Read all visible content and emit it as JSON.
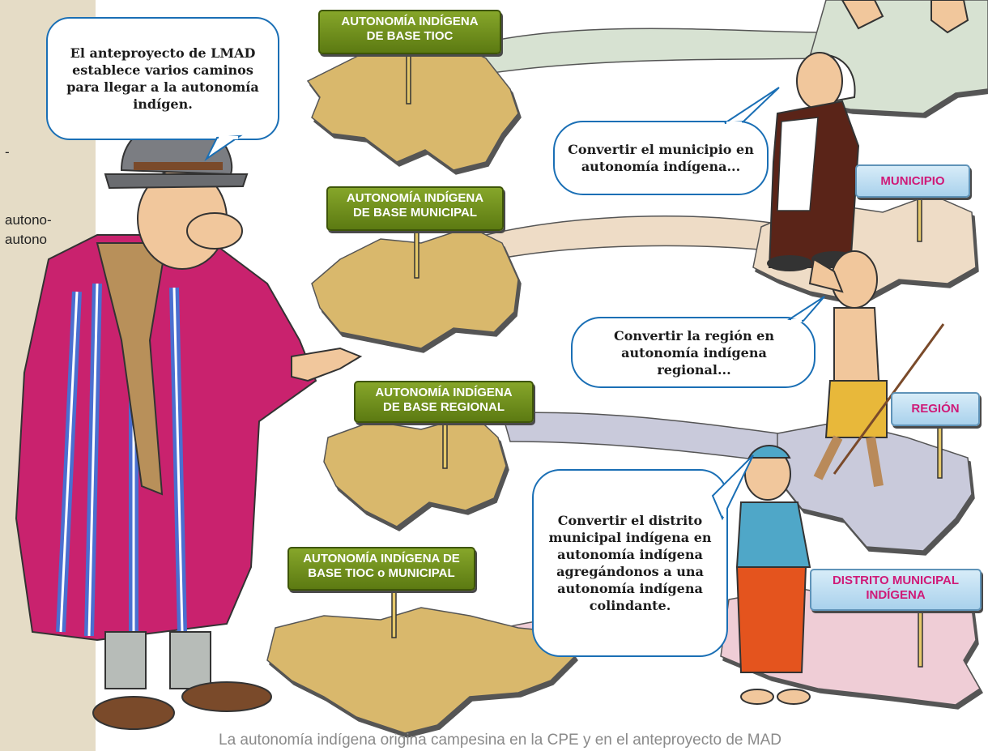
{
  "speech": {
    "narrator": "El anteproyecto de LMAD establece varios caminos para llegar a la autonomía indígen.",
    "woman_top": "Convertir el municipio en autonomía indígena...",
    "man_middle": "Convertir la región en autonomía indígena regional...",
    "woman_bottom": "Convertir el distrito municipal indígena en autonomía indígena agregándonos a una autonomía indígena colindante."
  },
  "signs_left": [
    {
      "line1": "AUTONOMÍA INDÍGENA",
      "line2": "DE BASE TIOC"
    },
    {
      "line1": "AUTONOMÍA INDÍGENA",
      "line2": "DE BASE MUNICIPAL"
    },
    {
      "line1": "AUTONOMÍA INDÍGENA",
      "line2": "DE BASE REGIONAL"
    },
    {
      "line1": "AUTONOMÍA INDÍGENA DE",
      "line2": "BASE TIOC o MUNICIPAL"
    }
  ],
  "signs_right": [
    {
      "line1": "MUNICIPIO",
      "line2": ""
    },
    {
      "line1": "REGIÓN",
      "line2": ""
    },
    {
      "line1": "DISTRITO MUNICIPAL",
      "line2": "INDÍGENA"
    }
  ],
  "sidebar": {
    "dash": "-",
    "line1": "autono-",
    "line2": "autono"
  },
  "footer": "La autonomía indígena origina   campesina en la CPE y en el anteproyecto de   MAD",
  "colors": {
    "sidebar_bg": "#e5dcc6",
    "land_tan": "#d9b86c",
    "road_green": "#d7e2d2",
    "road_peach": "#eedcc6",
    "road_lavender": "#c9cadb",
    "road_pink": "#efcdd6",
    "sign_green": "#6f8f1c",
    "sign_blue": "#b9dcf2",
    "sign_text_pink": "#cf1a78",
    "bubble_border": "#1a6fb5"
  }
}
